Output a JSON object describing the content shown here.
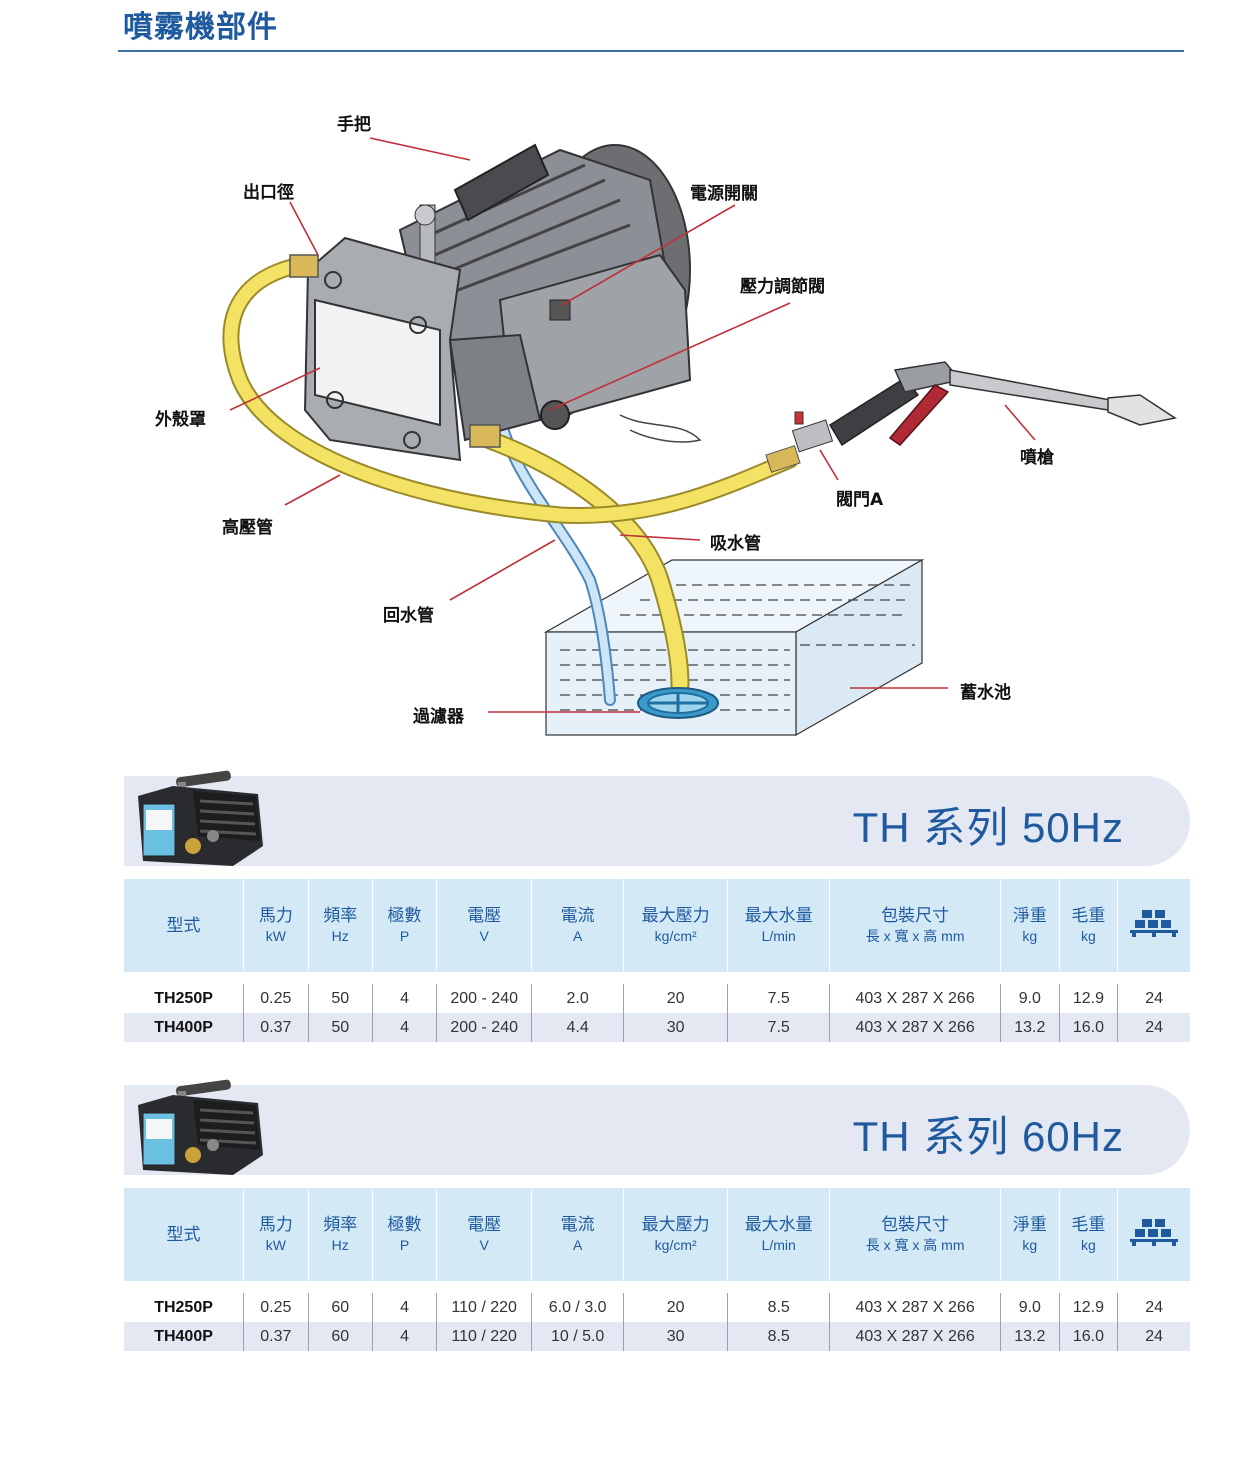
{
  "page": {
    "title": "噴霧機部件"
  },
  "diagram": {
    "labels": {
      "handle": "手把",
      "outlet": "出口徑",
      "power_switch": "電源開關",
      "pressure_valve": "壓力調節閥",
      "housing": "外殼罩",
      "spray_gun": "噴槍",
      "valve_a": "閥門A",
      "high_pressure_hose": "高壓管",
      "suction_hose": "吸水管",
      "return_hose": "回水管",
      "reservoir": "蓄水池",
      "filter": "過濾器"
    }
  },
  "tables": [
    {
      "title": "TH 系列  50Hz",
      "headers": [
        {
          "main": "型式",
          "sub": ""
        },
        {
          "main": "馬力",
          "sub": "kW"
        },
        {
          "main": "頻率",
          "sub": "Hz"
        },
        {
          "main": "極數",
          "sub": "P"
        },
        {
          "main": "電壓",
          "sub": "V"
        },
        {
          "main": "電流",
          "sub": "A"
        },
        {
          "main": "最大壓力",
          "sub": "kg/cm²"
        },
        {
          "main": "最大水量",
          "sub": "L/min"
        },
        {
          "main": "包裝尺寸",
          "sub": "長 x 寬 x 高 mm"
        },
        {
          "main": "淨重",
          "sub": "kg"
        },
        {
          "main": "毛重",
          "sub": "kg"
        },
        {
          "main": "",
          "sub": "",
          "icon": "pallet-icon"
        }
      ],
      "rows": [
        [
          "TH250P",
          "0.25",
          "50",
          "4",
          "200 - 240",
          "2.0",
          "20",
          "7.5",
          "403 X 287 X 266",
          "9.0",
          "12.9",
          "24"
        ],
        [
          "TH400P",
          "0.37",
          "50",
          "4",
          "200 - 240",
          "4.4",
          "30",
          "7.5",
          "403 X 287 X 266",
          "13.2",
          "16.0",
          "24"
        ]
      ]
    },
    {
      "title": "TH 系列  60Hz",
      "headers": [
        {
          "main": "型式",
          "sub": ""
        },
        {
          "main": "馬力",
          "sub": "kW"
        },
        {
          "main": "頻率",
          "sub": "Hz"
        },
        {
          "main": "極數",
          "sub": "P"
        },
        {
          "main": "電壓",
          "sub": "V"
        },
        {
          "main": "電流",
          "sub": "A"
        },
        {
          "main": "最大壓力",
          "sub": "kg/cm²"
        },
        {
          "main": "最大水量",
          "sub": "L/min"
        },
        {
          "main": "包裝尺寸",
          "sub": "長 x 寬 x 高 mm"
        },
        {
          "main": "淨重",
          "sub": "kg"
        },
        {
          "main": "毛重",
          "sub": "kg"
        },
        {
          "main": "",
          "sub": "",
          "icon": "pallet-icon"
        }
      ],
      "rows": [
        [
          "TH250P",
          "0.25",
          "60",
          "4",
          "110 / 220",
          "6.0 / 3.0",
          "20",
          "8.5",
          "403 X 287 X 266",
          "9.0",
          "12.9",
          "24"
        ],
        [
          "TH400P",
          "0.37",
          "60",
          "4",
          "110 / 220",
          "10 / 5.0",
          "30",
          "8.5",
          "403 X 287 X 266",
          "13.2",
          "16.0",
          "24"
        ]
      ]
    }
  ]
}
